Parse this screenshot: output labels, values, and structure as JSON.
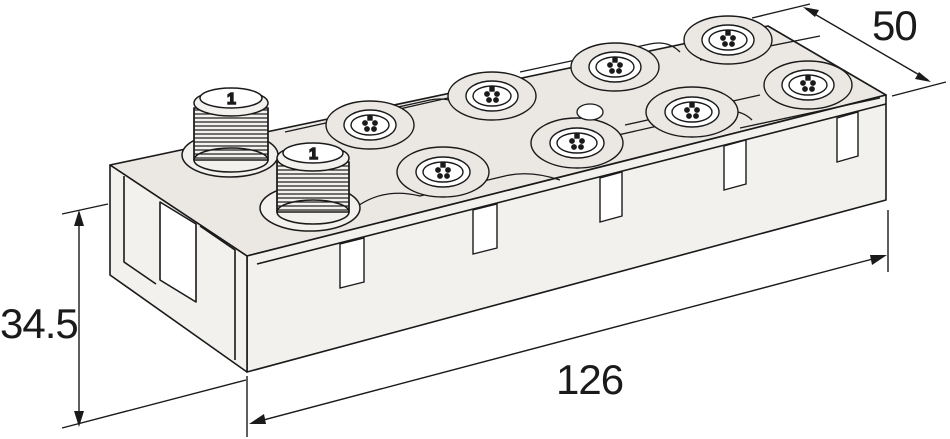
{
  "figure": {
    "type": "dimension drawing",
    "line_color": "#1a1a1a",
    "body_fill": "#f3f1ee",
    "top_fill": "#ebe8e4",
    "dimensions": {
      "length": "126",
      "width": "50",
      "height": "34.5"
    },
    "port_marker": "1",
    "ports_m12_count": 2,
    "ports_m8_count": 8
  }
}
